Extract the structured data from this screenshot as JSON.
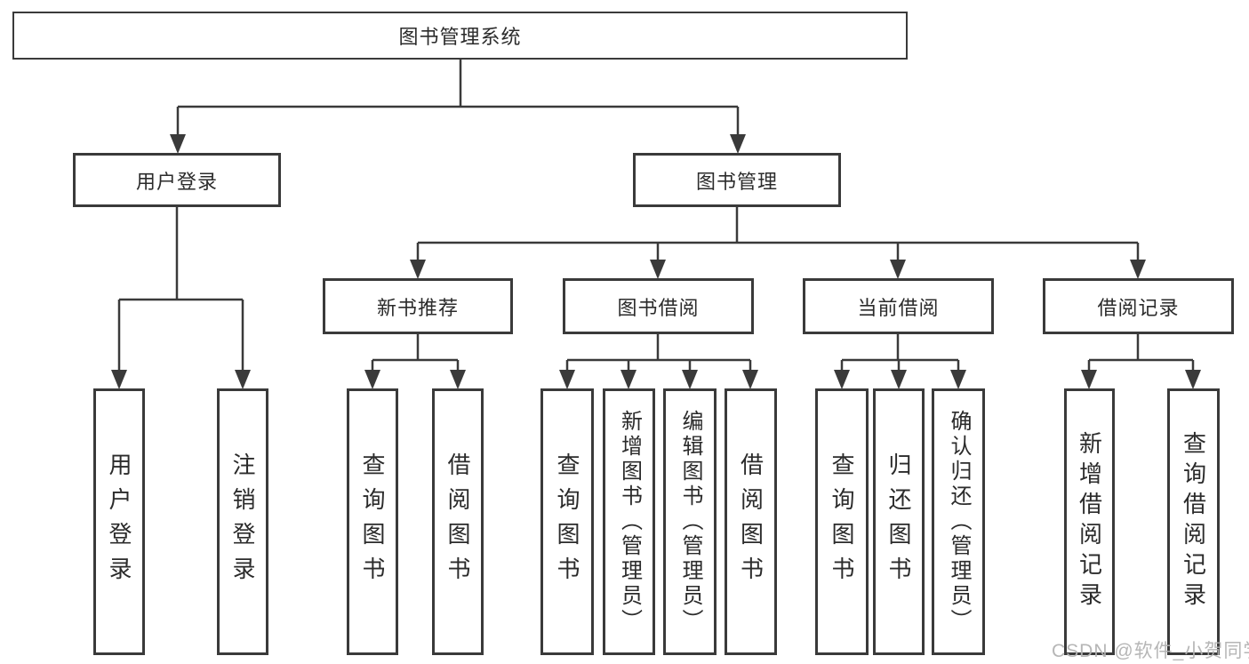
{
  "tree": {
    "root": "图书管理系统",
    "branches": [
      {
        "label": "用户登录",
        "children": [
          {
            "label": "用户登录"
          },
          {
            "label": "注销登录"
          }
        ]
      },
      {
        "label": "图书管理",
        "children": [
          {
            "label": "新书推荐",
            "children": [
              {
                "label": "查询图书"
              },
              {
                "label": "借阅图书"
              }
            ]
          },
          {
            "label": "图书借阅",
            "children": [
              {
                "label": "查询图书"
              },
              {
                "label": "新增图书（管理员）"
              },
              {
                "label": "编辑图书（管理员）"
              },
              {
                "label": "借阅图书"
              }
            ]
          },
          {
            "label": "当前借阅",
            "children": [
              {
                "label": "查询图书"
              },
              {
                "label": "归还图书"
              },
              {
                "label": "确认归还（管理员）"
              }
            ]
          },
          {
            "label": "借阅记录",
            "children": [
              {
                "label": "新增借阅记录"
              },
              {
                "label": "查询借阅记录"
              }
            ]
          }
        ]
      }
    ]
  },
  "watermark": {
    "text": "CSDN @软件_小贺同学"
  },
  "colors": {
    "line": "#3a3a3a",
    "text": "#2b2b2b",
    "watermark": "#b2b2b2",
    "background": "#ffffff"
  }
}
